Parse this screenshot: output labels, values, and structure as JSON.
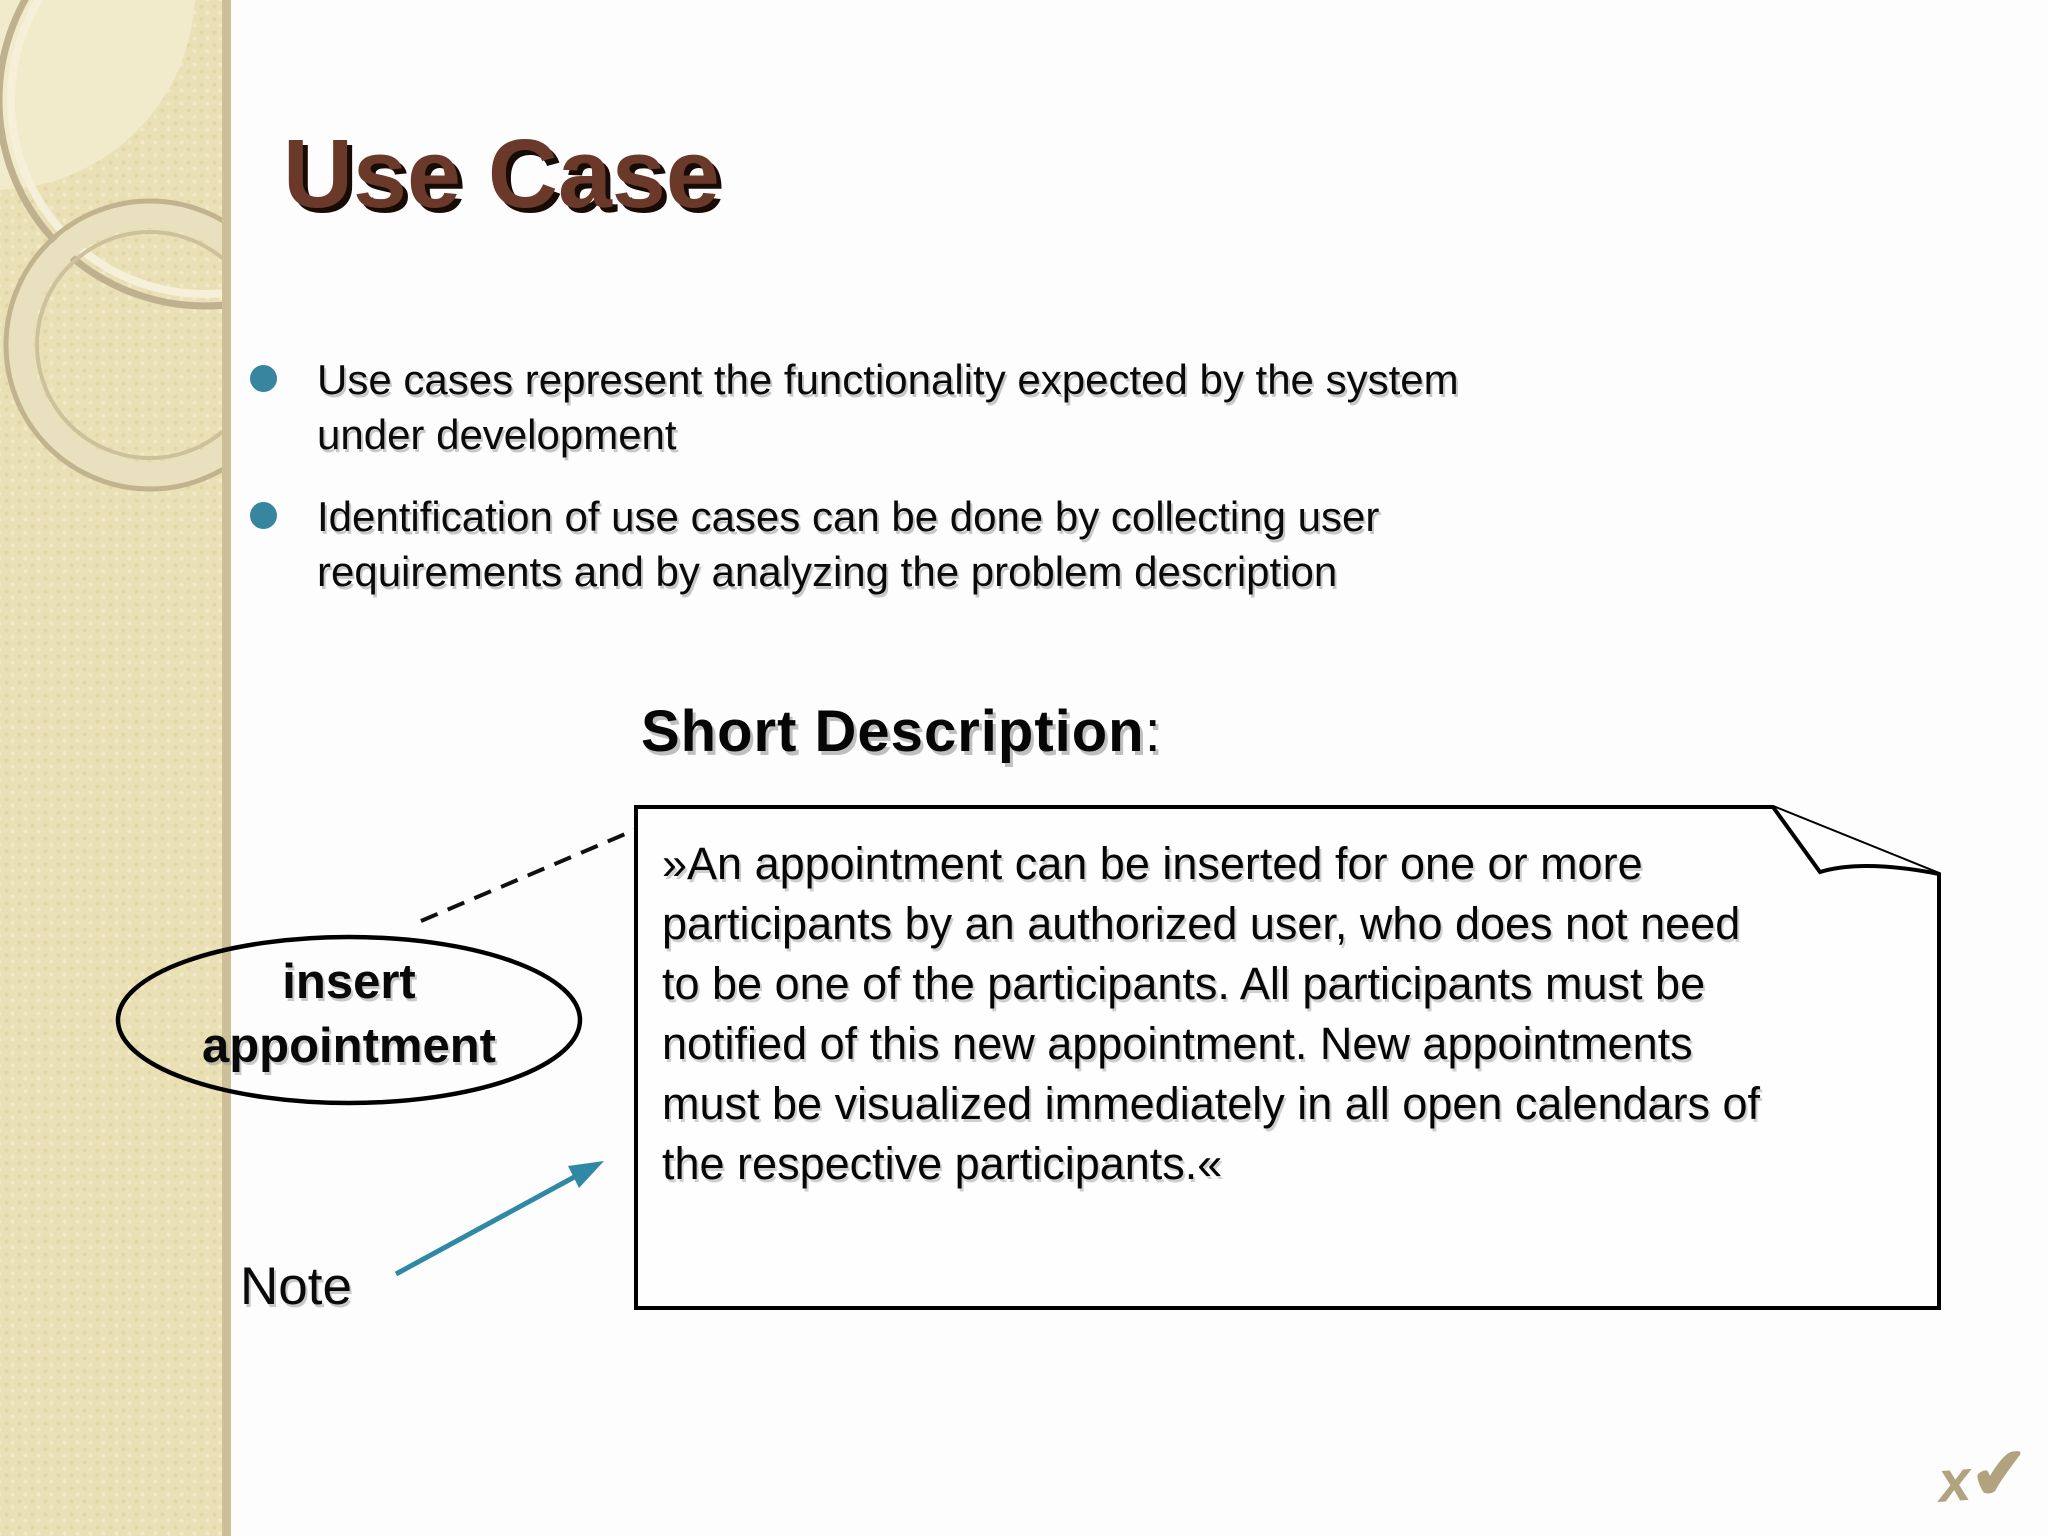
{
  "title": "Use Case",
  "bullets": [
    {
      "text": "Use cases represent the functionality expected by the system under development",
      "lines": [
        "Use cases represent the functionality expected by the system",
        "under development"
      ]
    },
    {
      "text": "Identification of use cases can be done by collecting user requirements and by analyzing the problem description",
      "lines": [
        "Identification of use cases can be done by collecting user",
        "requirements and by analyzing the problem description"
      ]
    }
  ],
  "heading": {
    "text": "Short Description",
    "colon": ":"
  },
  "use_case_ellipse": {
    "label": "insert appointment",
    "lines": [
      "insert",
      "appointment"
    ]
  },
  "note": {
    "full_text": "»An appointment can be inserted for one or more participants by an authorized user, who does not need to be one of the participants. All participants must be notified of this new appointment. New appointments must be visualized immediately in all open calendars of the respective participants.«",
    "lines": [
      "»An appointment can be inserted for one or more",
      "participants by an authorized user, who does not need",
      "to be one of the participants. All participants must be",
      "notified of this new appointment. New appointments",
      "must be visualized immediately in all open calendars of",
      "the respective participants.«"
    ]
  },
  "note_label": "Note",
  "watermark": {
    "x": "x",
    "check": "✔"
  },
  "colors": {
    "title": "#6a392a",
    "title_shadow": "#170b06",
    "bullet_dot": "#37859e",
    "arrow": "#2f89a4",
    "sidebar": "#eae0b5",
    "sidebar_edge": "#cdbf96",
    "watermark": "#b0a37e",
    "shape_stroke": "#000000",
    "background": "#fdfdfd"
  }
}
